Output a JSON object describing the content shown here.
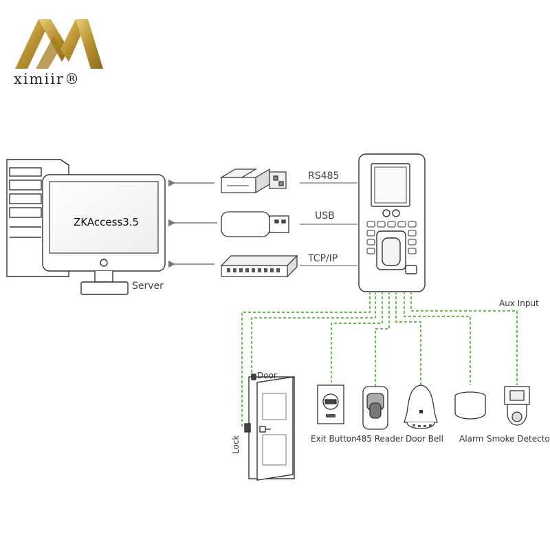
{
  "brand": {
    "name": "ximiir®",
    "color_gold": "#c9a546"
  },
  "server": {
    "software": "ZKAccess3.5",
    "label": "Server"
  },
  "connections": [
    {
      "label": "RS485",
      "device": "rs485-converter"
    },
    {
      "label": "USB",
      "device": "usb-stick"
    },
    {
      "label": "TCP/IP",
      "device": "network-switch"
    }
  ],
  "terminal": {
    "name": "access-control-terminal"
  },
  "aux_label": "Aux Input",
  "door": {
    "label": "Door",
    "lock_label": "Lock"
  },
  "peripherals": [
    {
      "label": "Exit Button"
    },
    {
      "label": "485 Reader"
    },
    {
      "label": "Door Bell"
    },
    {
      "label": "Alarm"
    },
    {
      "label": "Smoke Detector"
    }
  ],
  "colors": {
    "wire": "#62c047",
    "arrow": "#777777",
    "outline": "#333333"
  }
}
